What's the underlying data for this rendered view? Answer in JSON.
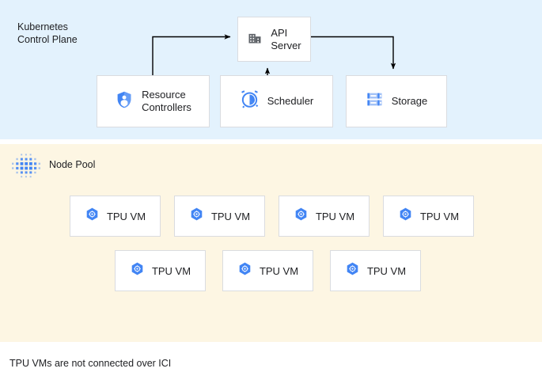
{
  "control_plane": {
    "title": "Kubernetes\nControl Plane",
    "background_color": "#e3f2fd",
    "components": [
      {
        "id": "api-server",
        "label": "API\nServer",
        "icon": "building-icon"
      },
      {
        "id": "resource-controllers",
        "label": "Resource\nControllers",
        "icon": "shield-person-icon"
      },
      {
        "id": "scheduler",
        "label": "Scheduler",
        "icon": "alarm-clock-icon"
      },
      {
        "id": "storage",
        "label": "Storage",
        "icon": "server-rack-icon"
      }
    ],
    "connections": [
      {
        "from": "resource-controllers",
        "to": "api-server",
        "direction": "to-api-server"
      },
      {
        "from": "scheduler",
        "to": "api-server",
        "direction": "to-api-server"
      },
      {
        "from": "api-server",
        "to": "storage",
        "direction": "to-storage"
      }
    ]
  },
  "node_pool": {
    "title": "Node Pool",
    "background_color": "#fdf6e3",
    "icon": "dot-matrix-icon",
    "rows": [
      {
        "vms": [
          {
            "label": "TPU VM",
            "icon": "tpu-hexagon-icon"
          },
          {
            "label": "TPU VM",
            "icon": "tpu-hexagon-icon"
          },
          {
            "label": "TPU VM",
            "icon": "tpu-hexagon-icon"
          },
          {
            "label": "TPU VM",
            "icon": "tpu-hexagon-icon"
          }
        ]
      },
      {
        "vms": [
          {
            "label": "TPU VM",
            "icon": "tpu-hexagon-icon"
          },
          {
            "label": "TPU VM",
            "icon": "tpu-hexagon-icon"
          },
          {
            "label": "TPU VM",
            "icon": "tpu-hexagon-icon"
          }
        ]
      }
    ]
  },
  "caption": "TPU VMs are not connected over ICI",
  "colors": {
    "control_plane_bg": "#e3f2fd",
    "node_pool_bg": "#fdf6e3",
    "card_bg": "#ffffff",
    "card_border": "#dadce0",
    "accent_blue": "#4285f4",
    "icon_gray": "#5f6368",
    "text": "#202124",
    "connector": "#000000"
  }
}
